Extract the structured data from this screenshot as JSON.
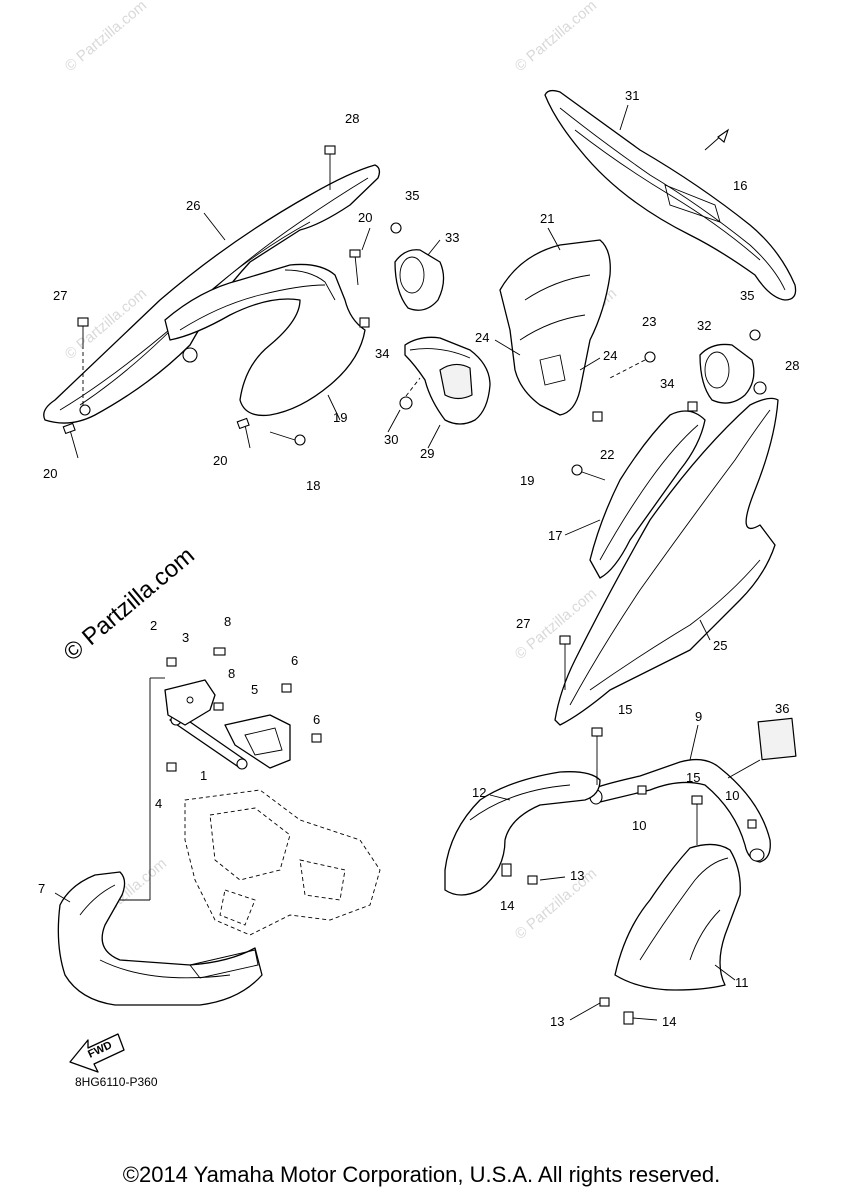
{
  "diagram": {
    "callouts": [
      "1",
      "2",
      "3",
      "4",
      "5",
      "6",
      "6",
      "7",
      "8",
      "8",
      "9",
      "10",
      "10",
      "11",
      "12",
      "13",
      "13",
      "14",
      "14",
      "15",
      "15",
      "16",
      "17",
      "18",
      "19",
      "19",
      "20",
      "20",
      "20",
      "21",
      "22",
      "23",
      "24",
      "24",
      "25",
      "26",
      "27",
      "27",
      "28",
      "28",
      "29",
      "30",
      "31",
      "32",
      "33",
      "34",
      "34",
      "35",
      "35",
      "36"
    ],
    "part_code": "8HG6110-P360",
    "fwd_label": "FWD",
    "watermark": "© Partzilla.com"
  },
  "footer": {
    "copyright": "©2014 Yamaha Motor Corporation, U.S.A. All rights reserved."
  }
}
